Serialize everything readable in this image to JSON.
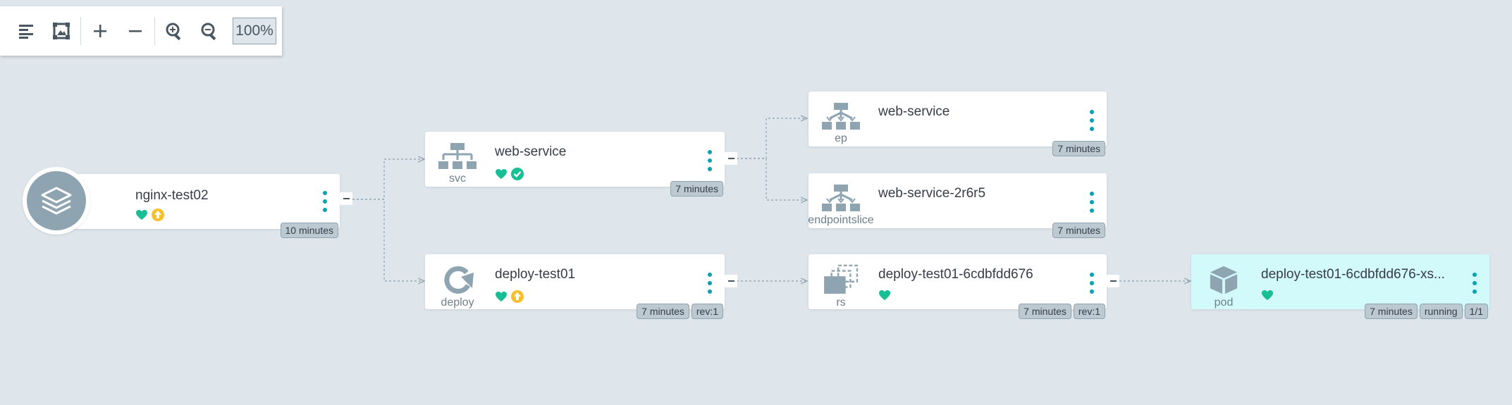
{
  "toolbar": {
    "buttons": [
      {
        "name": "list-view-button",
        "icon": "align-left-icon"
      },
      {
        "name": "fit-to-screen-button",
        "icon": "fit-screen-icon"
      },
      {
        "name": "expand-button",
        "icon": "plus-icon"
      },
      {
        "name": "collapse-button",
        "icon": "minus-icon"
      },
      {
        "name": "zoom-in-button",
        "icon": "zoom-in-icon"
      },
      {
        "name": "zoom-out-button",
        "icon": "zoom-out-icon"
      }
    ],
    "zoom_level": "100%"
  },
  "colors": {
    "background": "#dee6eb",
    "icon_gray": "#8fa4b1",
    "healthy": "#18be94",
    "out_of_sync": "#f4c030",
    "kebab": "#00a2b3",
    "pod_bg": "#d2fafa"
  },
  "app": {
    "name": "nginx-test02",
    "icon": "layers-icon",
    "status": [
      "healthy-heart-icon",
      "out-of-sync-arrow-icon"
    ],
    "tags": [
      "10 minutes"
    ]
  },
  "nodes": {
    "svc": {
      "name": "web-service",
      "kind": "svc",
      "icon": "service-network-icon",
      "status": [
        "healthy-heart-icon",
        "synced-check-icon"
      ],
      "tags": [
        "7 minutes"
      ]
    },
    "deploy": {
      "name": "deploy-test01",
      "kind": "deploy",
      "icon": "deploy-cycle-icon",
      "status": [
        "healthy-heart-icon",
        "out-of-sync-arrow-icon"
      ],
      "tags": [
        "7 minutes",
        "rev:1"
      ]
    },
    "ep": {
      "name": "web-service",
      "kind": "ep",
      "icon": "endpoint-network-icon",
      "status": [],
      "tags": [
        "7 minutes"
      ]
    },
    "eps": {
      "name": "web-service-2r6r5",
      "kind": "endpointslice",
      "icon": "endpoint-network-icon",
      "status": [],
      "tags": [
        "7 minutes"
      ]
    },
    "rs": {
      "name": "deploy-test01-6cdbfdd676",
      "kind": "rs",
      "icon": "replicaset-stack-icon",
      "status": [
        "healthy-heart-icon"
      ],
      "tags": [
        "7 minutes",
        "rev:1"
      ]
    },
    "pod": {
      "name": "deploy-test01-6cdbfdd676-xs...",
      "kind": "pod",
      "icon": "pod-cube-icon",
      "status": [
        "healthy-heart-icon"
      ],
      "tags": [
        "7 minutes",
        "running",
        "1/1"
      ]
    }
  }
}
